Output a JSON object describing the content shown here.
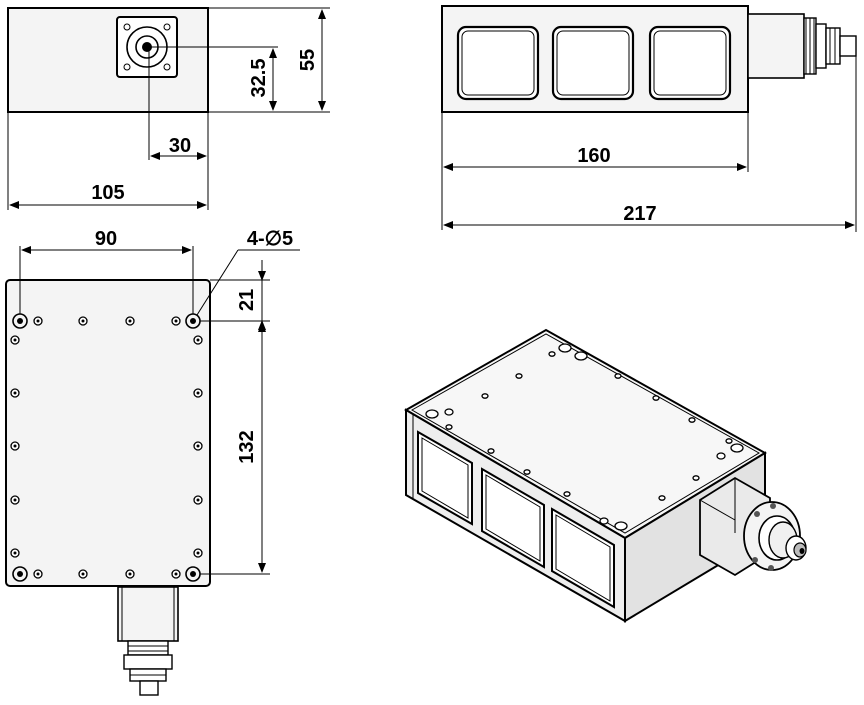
{
  "drawing": {
    "front_view": {
      "width_label": "105",
      "height_label": "55",
      "connector_height_label": "32.5",
      "connector_offset_label": "30"
    },
    "side_view": {
      "body_length_label": "160",
      "overall_length_label": "217"
    },
    "top_view": {
      "hole_spacing_label": "90",
      "holes_label": "4-∅5",
      "edge_offset_label": "21",
      "length_label": "132"
    },
    "iso_view": {}
  }
}
